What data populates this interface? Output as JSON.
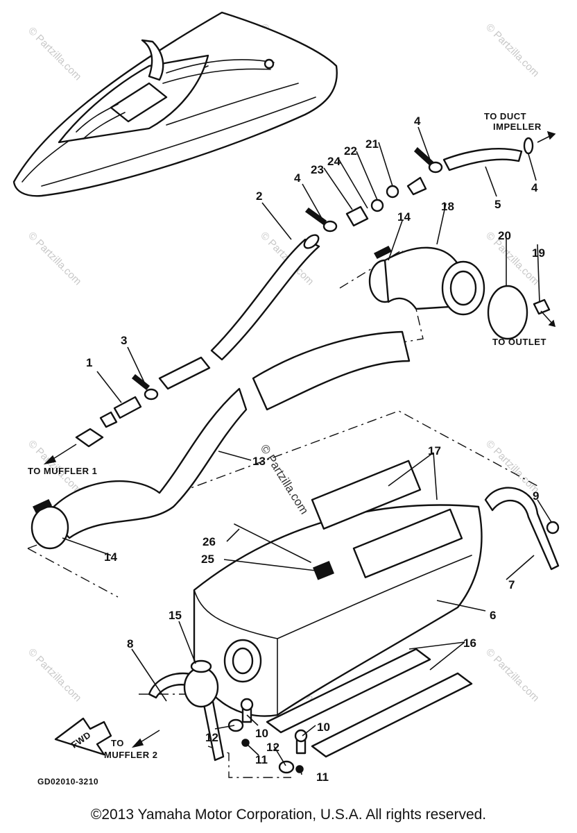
{
  "diagram": {
    "watermark": "© Partzilla.com",
    "code": "GD02010-3210",
    "fwd_label": "FWD",
    "destinations": {
      "to_duct_impeller_line1": "TO DUCT",
      "to_duct_impeller_line2": "IMPELLER",
      "to_outlet": "TO OUTLET",
      "to_muffler_1": "TO MUFFLER 1",
      "to_muffler_2_line1": "TO",
      "to_muffler_2_line2": "MUFFLER 2"
    },
    "callouts": [
      "1",
      "2",
      "3",
      "4",
      "4",
      "4",
      "5",
      "6",
      "7",
      "8",
      "9",
      "10",
      "10",
      "11",
      "11",
      "12",
      "12",
      "13",
      "14",
      "14",
      "15",
      "16",
      "17",
      "18",
      "19",
      "20",
      "21",
      "22",
      "23",
      "24",
      "25",
      "26"
    ]
  },
  "footer": {
    "copyright": "©2013  Yamaha Motor Corporation, U.S.A. All rights reserved."
  }
}
